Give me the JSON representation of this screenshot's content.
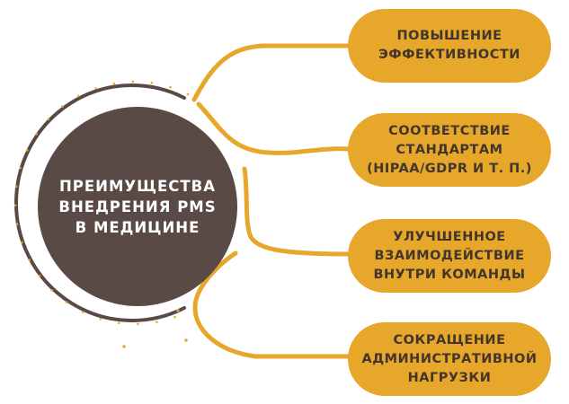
{
  "center": {
    "label": "ПРЕИМУЩЕСТВА\nВНЕДРЕНИЯ PMS\nВ МЕДИЦИНЕ"
  },
  "benefits": [
    {
      "label": "ПОВЫШЕНИЕ\nЭФФЕКТИВНОСТИ"
    },
    {
      "label": "СООТВЕТСТВИЕ\nСТАНДАРТАМ\n(HIPAA/GDPR И Т. П.)"
    },
    {
      "label": "УЛУЧШЕННОЕ\nВЗАИМОДЕЙСТВИЕ\nВНУТРИ КОМАНДЫ"
    },
    {
      "label": "СОКРАЩЕНИЕ\nАДМИНИСТРАТИВНОЙ\nНАГРУЗКИ"
    }
  ],
  "colors": {
    "gold": "#E7A72B",
    "dark": "#5A4A46",
    "pill_text": "#42362B",
    "center_text": "#FFFFFF",
    "background": "#FFFFFF"
  }
}
